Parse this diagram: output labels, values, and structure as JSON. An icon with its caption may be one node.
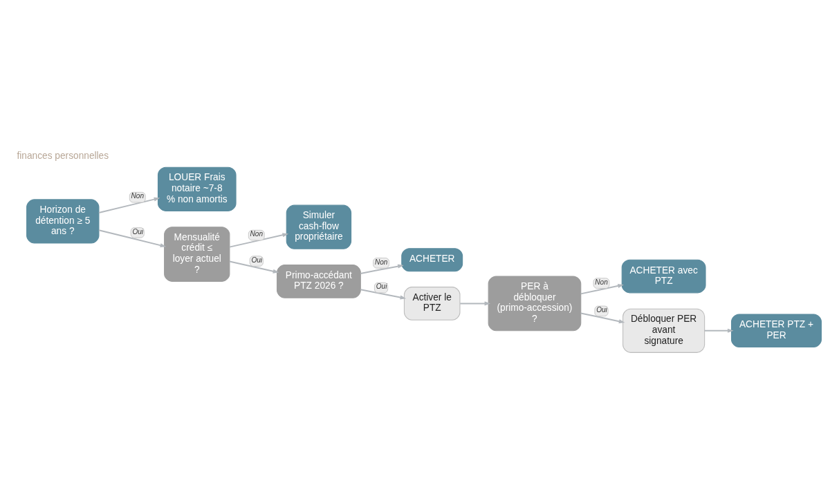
{
  "diagram": {
    "nodes": [
      {
        "text": [
          "Horizon de détention ≥ 5 ans ?"
        ]
      },
      {
        "text": [
          "LOUER Frais notaire ~7-8 % non amortis"
        ]
      },
      {
        "text": [
          "Mensualité crédit ≤ loyer actuel ?"
        ]
      },
      {
        "text": [
          "Simuler cash-flow propriétaire"
        ]
      },
      {
        "text": [
          "Primo-accédant PTZ 2026 ?"
        ]
      },
      {
        "text": [
          "ACHETER"
        ]
      },
      {
        "text": [
          "Activer le PTZ"
        ]
      },
      {
        "text": [
          "PER à débloquer (primo-accession) ?"
        ]
      },
      {
        "text": [
          "ACHETER avec PTZ"
        ]
      },
      {
        "text": [
          "Débloquer PER avant signature"
        ]
      },
      {
        "text": [
          "ACHETER PTZ + PER"
        ]
      }
    ],
    "edges": [
      {
        "from": 0,
        "to": 1,
        "arrow": "to",
        "label": "Non"
      },
      {
        "from": 0,
        "to": 2,
        "arrow": "to",
        "label": "Oui"
      },
      {
        "from": 2,
        "to": 3,
        "arrow": "to",
        "label": "Non"
      },
      {
        "from": 2,
        "to": 4,
        "arrow": "to",
        "label": "Oui"
      },
      {
        "from": 4,
        "to": 5,
        "arrow": "to",
        "label": "Non"
      },
      {
        "from": 4,
        "to": 6,
        "arrow": "to",
        "label": "Oui"
      },
      {
        "from": 6,
        "to": 7,
        "arrow": "to"
      },
      {
        "from": 7,
        "to": 8,
        "arrow": "to",
        "label": "Non"
      },
      {
        "from": 7,
        "to": 9,
        "arrow": "to",
        "label": "Oui"
      },
      {
        "from": 9,
        "to": 10,
        "arrow": "to"
      }
    ],
    "labels": [
      "finances personnelles"
    ]
  }
}
